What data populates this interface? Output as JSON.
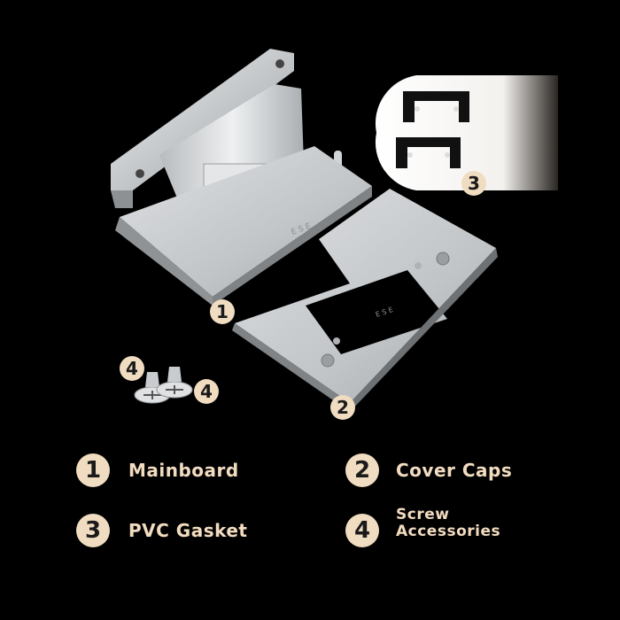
{
  "callouts": {
    "mainboard": "1",
    "cover_caps": "2",
    "pvc_gasket": "3",
    "screw_left": "4",
    "screw_right": "4"
  },
  "legend": [
    {
      "number": "1",
      "label": "Mainboard"
    },
    {
      "number": "2",
      "label": "Cover Caps"
    },
    {
      "number": "3",
      "label": "PVC Gasket"
    },
    {
      "number": "4",
      "label_lines": [
        "Screw",
        "Accessories"
      ]
    }
  ],
  "colors": {
    "background": "#000000",
    "badge": "#f0dcc0",
    "label": "#f2dcc0",
    "metal_light": "#e6e8ea",
    "metal_dark": "#8f9396"
  }
}
